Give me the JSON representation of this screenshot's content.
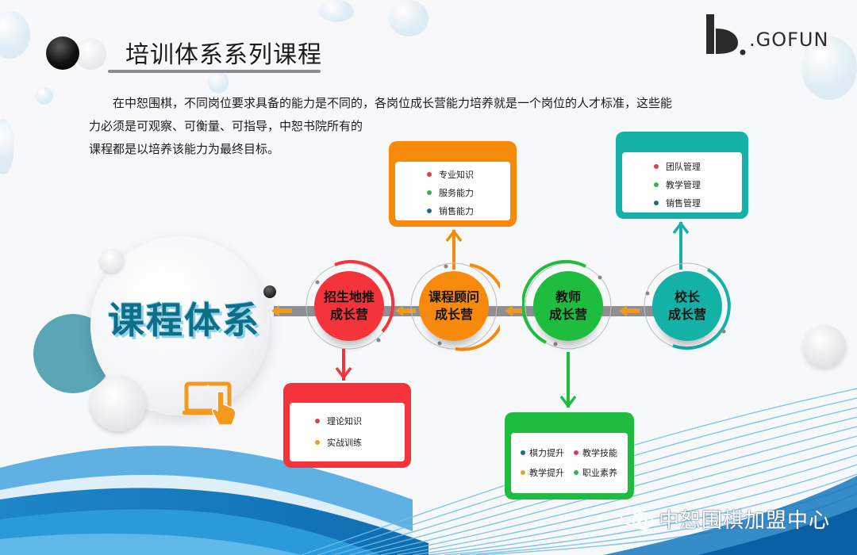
{
  "header": {
    "title": "培训体系系列课程",
    "logo_text": ".GOFUN"
  },
  "intro": {
    "line1": "在中恕围棋，不同岗位要求具备的能力是不同的，各岗位成长营能力培养就是一个岗位的人才标准，这些能",
    "line2": "力必须是可观察、可衡量、可指导，中恕书院所有的",
    "line3": "课程都是以培养该能力为最终目标。"
  },
  "center": {
    "title": "课程体系",
    "icon": "tablet-touch-icon"
  },
  "nodes": [
    {
      "line1": "招生地推",
      "line2": "成长营",
      "color": "#f5333a"
    },
    {
      "line1": "课程顾问",
      "line2": "成长营",
      "color": "#f88a0b"
    },
    {
      "line1": "教师",
      "line2": "成长营",
      "color": "#1fbd3f"
    },
    {
      "line1": "校长",
      "line2": "成长营",
      "color": "#14b2a6"
    }
  ],
  "boxes": {
    "enrollment": {
      "color": "#f5333a",
      "items": [
        {
          "label": "理论知识",
          "dot": "#d9414b"
        },
        {
          "label": "实战训练",
          "dot": "#e8a128"
        }
      ]
    },
    "consultant": {
      "color": "#f88a0b",
      "items": [
        {
          "label": "专业知识",
          "dot": "#d9414b"
        },
        {
          "label": "服务能力",
          "dot": "#3bb54a"
        },
        {
          "label": "销售能力",
          "dot": "#1f6a84"
        }
      ]
    },
    "teacher": {
      "color": "#1fbd3f",
      "items": [
        {
          "label": "棋力提升",
          "dot": "#1f6a84"
        },
        {
          "label": "教学技能",
          "dot": "#d9414b"
        },
        {
          "label": "教学提升",
          "dot": "#e8a128"
        },
        {
          "label": "职业素养",
          "dot": "#3bb54a"
        }
      ]
    },
    "principal": {
      "color": "#14b2a6",
      "items": [
        {
          "label": "团队管理",
          "dot": "#d9414b"
        },
        {
          "label": "教学管理",
          "dot": "#3bb54a"
        },
        {
          "label": "销售管理",
          "dot": "#1f6a84"
        }
      ]
    }
  },
  "footer": {
    "watermark": "中恕围棋加盟中心",
    "watermark_icon": "wechat-icon"
  },
  "colors": {
    "accent_teal": "#0f6e88",
    "connector_gray": "#8d8f92",
    "arrow_orange": "#f39a1e"
  }
}
